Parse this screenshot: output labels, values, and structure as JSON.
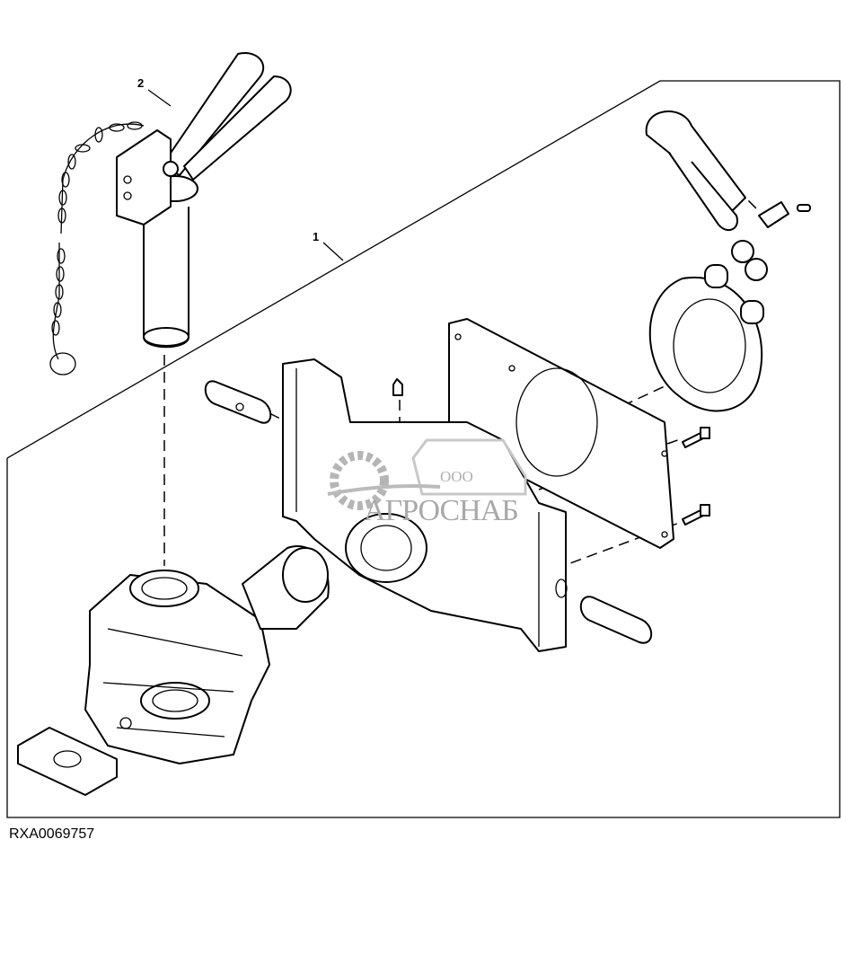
{
  "diagram": {
    "callouts": [
      {
        "label": "1"
      },
      {
        "label": "2"
      }
    ],
    "reference_code": "RXA0069757",
    "watermark": {
      "prefix": "ООО",
      "name": "АГРОСНАБ"
    }
  }
}
